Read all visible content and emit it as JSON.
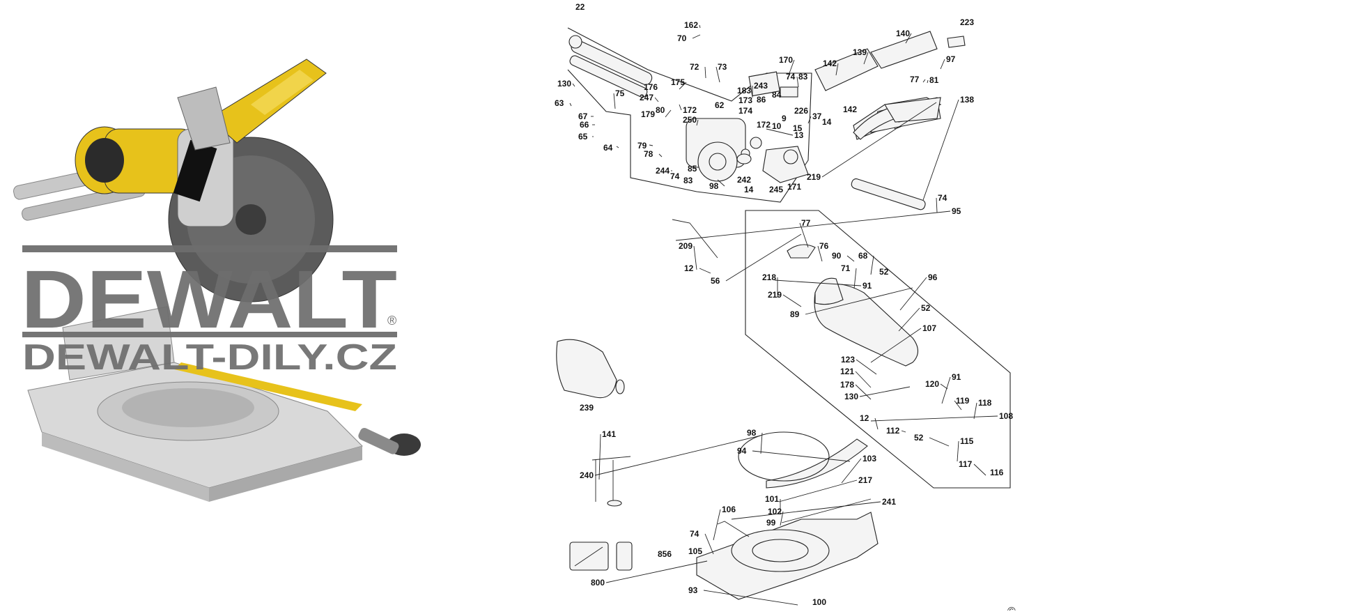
{
  "watermark": {
    "brand": "DEWALT",
    "registered": "®",
    "site": "DEWALT-DILY.CZ"
  },
  "copyright": "©",
  "diagram": {
    "type": "exploded-parts-diagram",
    "callouts": [
      "22",
      "162",
      "70",
      "72",
      "73",
      "170",
      "223",
      "140",
      "139",
      "142",
      "97",
      "77",
      "81",
      "130",
      "63",
      "75",
      "67",
      "66",
      "65",
      "64",
      "176",
      "175",
      "247",
      "172",
      "179",
      "80",
      "250",
      "79",
      "78",
      "244",
      "74",
      "83",
      "85",
      "98",
      "62",
      "183",
      "173",
      "174",
      "243",
      "86",
      "84",
      "74",
      "83",
      "226",
      "37",
      "9",
      "14",
      "142",
      "10",
      "15",
      "13",
      "172",
      "242",
      "14",
      "245",
      "171",
      "219",
      "138",
      "74",
      "95",
      "209",
      "12",
      "56",
      "77",
      "76",
      "90",
      "68",
      "52",
      "71",
      "91",
      "218",
      "219",
      "89",
      "96",
      "52",
      "107",
      "123",
      "121",
      "178",
      "130",
      "120",
      "91",
      "119",
      "118",
      "108",
      "12",
      "112",
      "52",
      "115",
      "117",
      "116",
      "239",
      "141",
      "240",
      "98",
      "94",
      "103",
      "217",
      "101",
      "102",
      "99",
      "241",
      "106",
      "74",
      "105",
      "856",
      "800",
      "93",
      "100"
    ]
  }
}
